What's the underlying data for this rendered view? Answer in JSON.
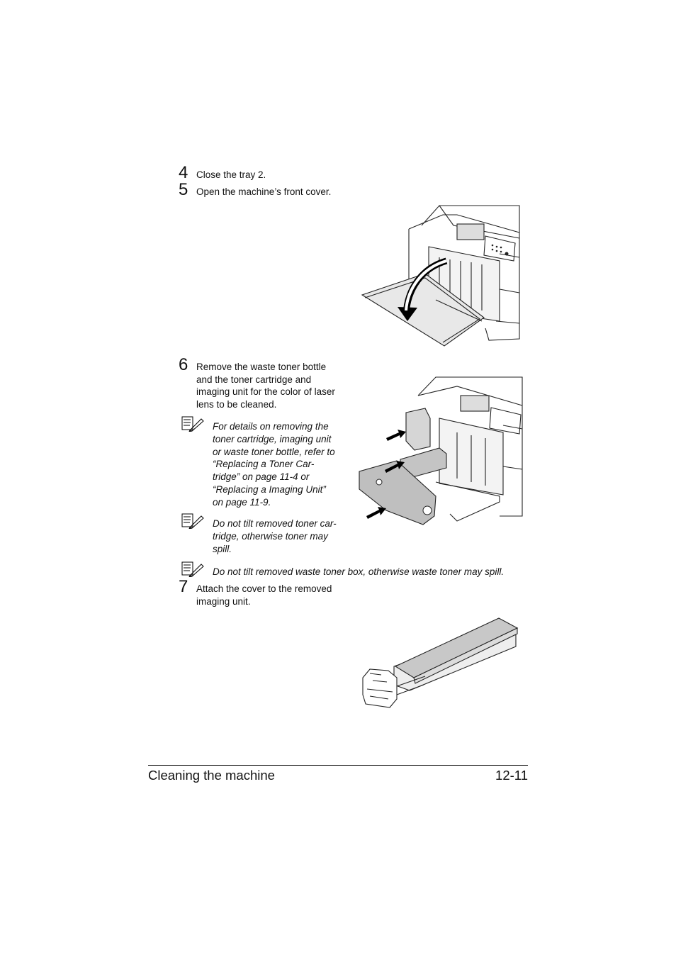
{
  "steps": [
    {
      "number": "4",
      "text": "Close the tray 2."
    },
    {
      "number": "5",
      "text": "Open the machine’s front cover."
    },
    {
      "number": "6",
      "lines": [
        "Remove the waste toner bottle",
        "and the toner cartridge and",
        "imaging unit for the color of laser",
        "lens to be cleaned."
      ]
    },
    {
      "number": "7",
      "lines": [
        "Attach the cover to the removed",
        "imaging unit."
      ]
    }
  ],
  "notes": [
    {
      "lines": [
        "For details on removing the",
        "toner cartridge, imaging unit",
        "or waste toner bottle, refer to",
        "“Replacing a Toner Car-",
        "tridge” on page 11-4 or",
        "“Replacing a Imaging Unit”",
        "on page 11-9."
      ]
    },
    {
      "lines": [
        "Do not tilt removed toner car-",
        "tridge, otherwise toner may",
        "spill."
      ]
    },
    {
      "text": "Do not tilt removed waste toner box, otherwise waste toner may spill."
    }
  ],
  "footer": {
    "section": "Cleaning the machine",
    "page": "12-11"
  },
  "icons": {
    "note": "note-pencil-icon"
  }
}
